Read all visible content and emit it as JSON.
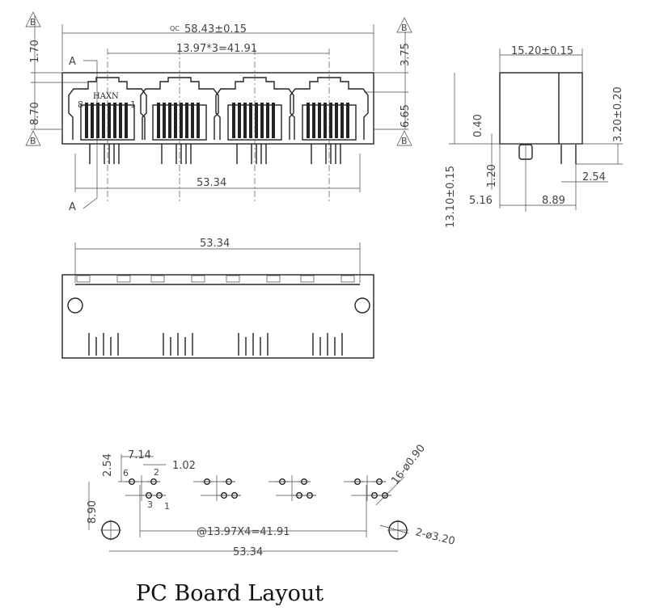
{
  "front_view": {
    "overall_width": "58.43±0.15",
    "port_pitch": "13.97*3=41.91",
    "peg_spacing": "53.34",
    "dim_top": "1.70",
    "dim_height": "8.70",
    "dim_right_top": "3.75",
    "dim_right": "6.65",
    "datum_label": "B",
    "section_label": "A",
    "brand": "HAXN",
    "pin_8": "8",
    "pin_1": "1",
    "qc_mark": "QC"
  },
  "side_view": {
    "depth": "15.20±0.15",
    "height": "13.10±0.15",
    "pin_length": "3.20±0.20",
    "dim_0_40": "0.40",
    "dim_1_20": "1.20",
    "dim_5_16": "5.16",
    "dim_8_89": "8.89",
    "dim_2_54": "2.54"
  },
  "rear_view": {
    "width": "53.34"
  },
  "pcb_layout": {
    "title": "PC Board Layout",
    "dim_7_14": "7.14",
    "dim_1_02": "1.02",
    "dim_2_54": "2.54",
    "dim_8_90": "8.90",
    "pin_6": "6",
    "pin_2": "2",
    "pin_3": "3",
    "pin_1": "1",
    "pitch": "@13.97X4=41.91",
    "peg_spacing": "53.34",
    "pin_holes": "16-ø0.90",
    "peg_holes": "2-ø3.20"
  }
}
